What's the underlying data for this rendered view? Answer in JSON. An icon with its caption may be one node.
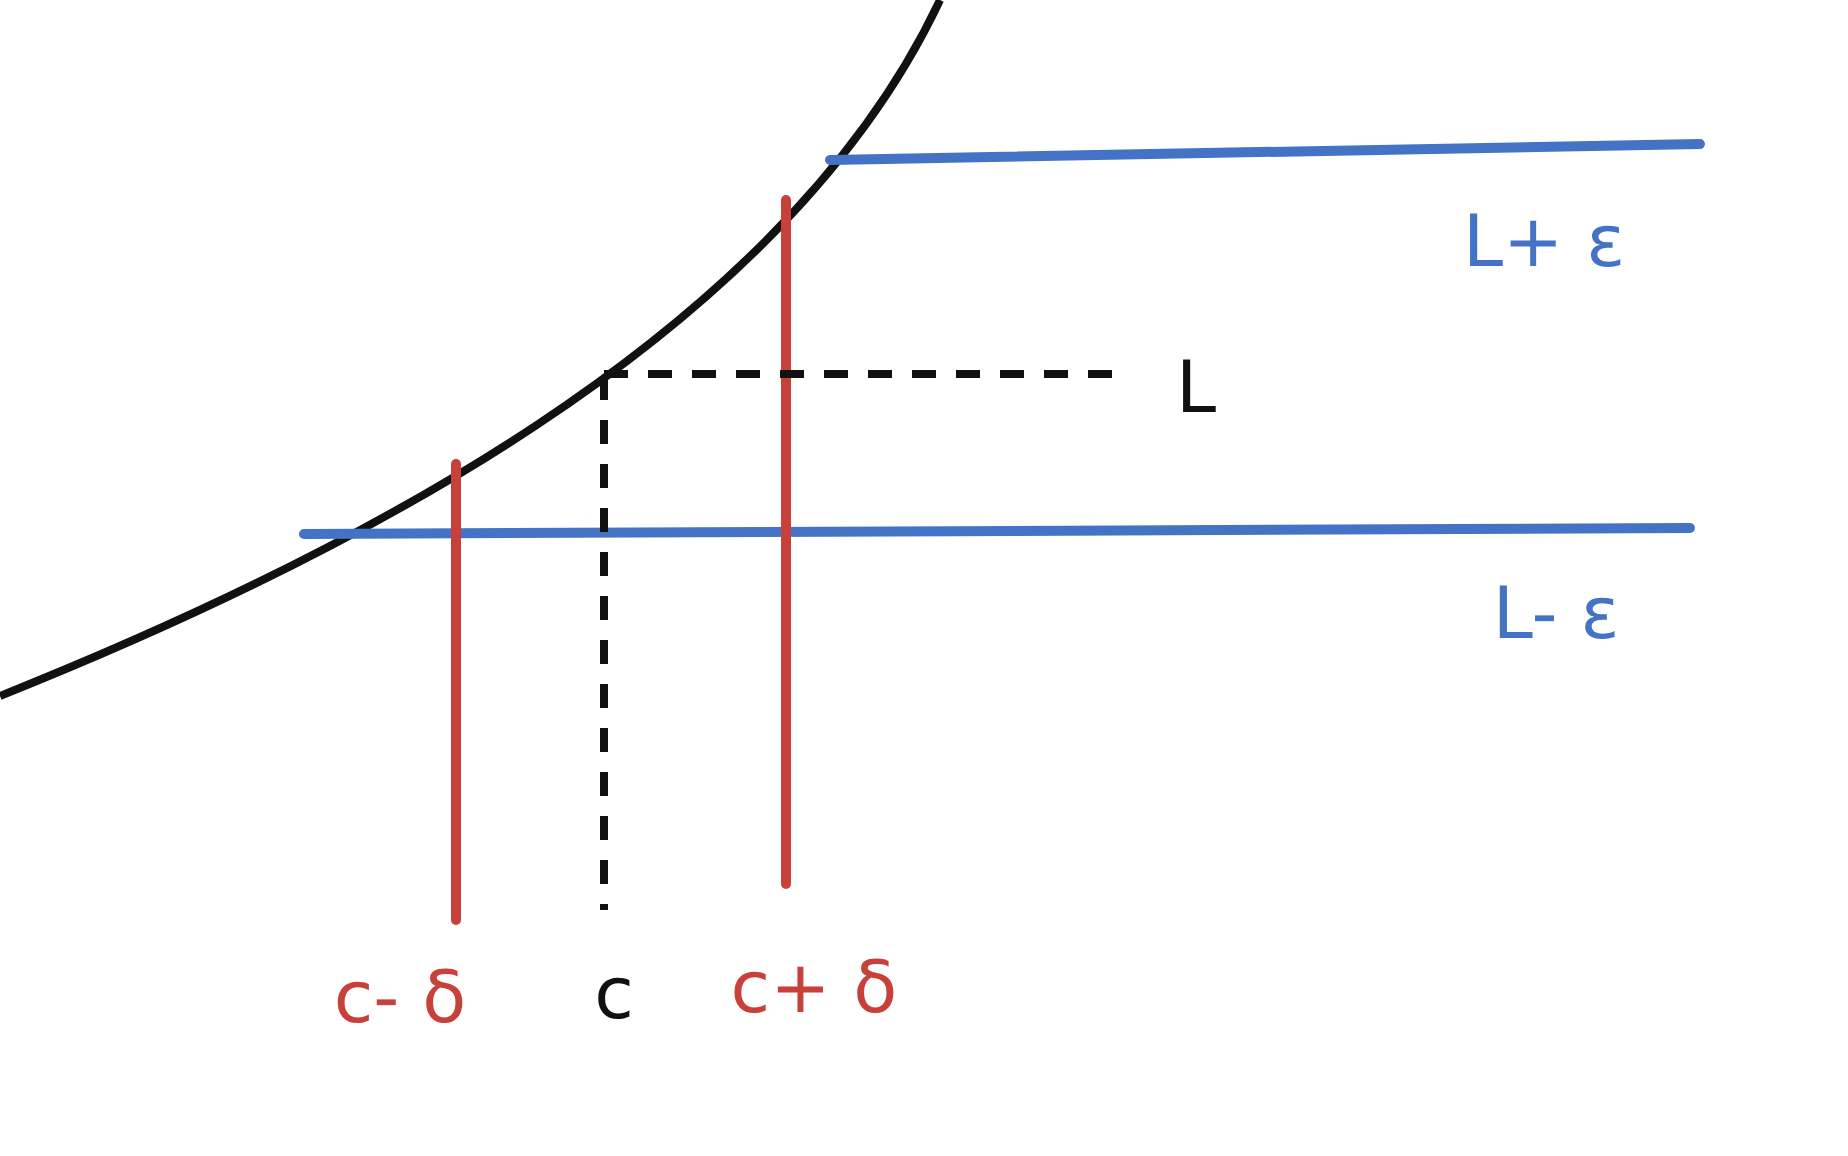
{
  "diagram": {
    "labels": [
      "L+ ε",
      "L",
      "L- ε",
      "c- δ",
      "c",
      "c+ δ"
    ]
  }
}
